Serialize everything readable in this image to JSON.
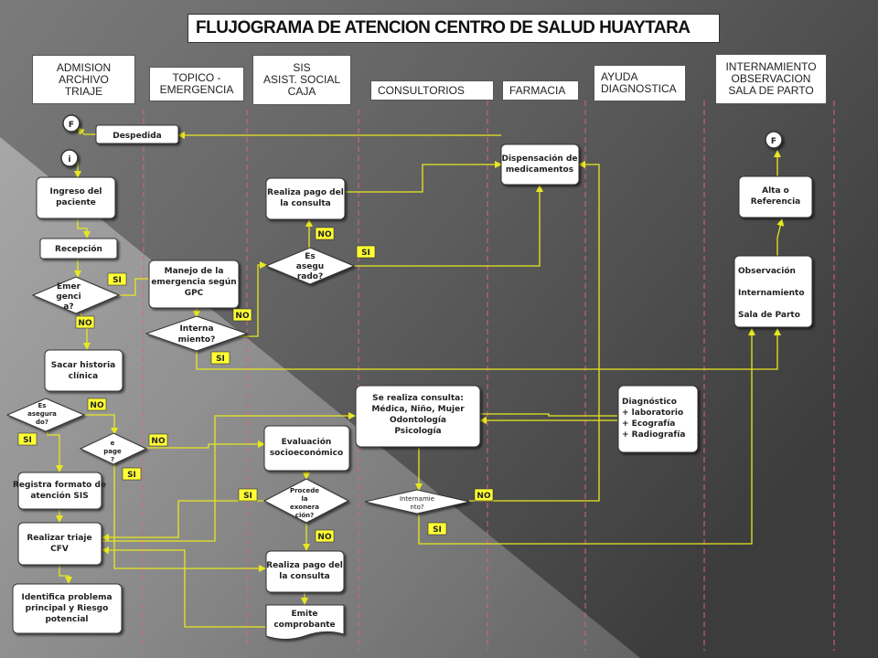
{
  "title": "FLUJOGRAMA DE  ATENCION CENTRO DE SALUD HUAYTARA",
  "lanes": [
    {
      "id": "admision",
      "text": "ADMISION\nARCHIVO\nTRIAJE"
    },
    {
      "id": "topico",
      "text": "TOPICO -\nEMERGENCIA"
    },
    {
      "id": "sis",
      "text": "SIS\nASIST. SOCIAL\nCAJA"
    },
    {
      "id": "consultorios",
      "text": "CONSULTORIOS"
    },
    {
      "id": "farmacia",
      "text": "FARMACIA"
    },
    {
      "id": "ayuda",
      "text": "AYUDA\nDIAGNOSTICA"
    },
    {
      "id": "internamiento",
      "text": "INTERNAMIENTO\nOBSERVACION\nSALA DE PARTO"
    }
  ],
  "terminals": {
    "fin": "F",
    "inicio": "i"
  },
  "nodes": {
    "despedida": [
      "Despedida"
    ],
    "ingreso": [
      "Ingreso del",
      "paciente"
    ],
    "recepcion": [
      "Recepción"
    ],
    "emergencia": [
      "Emer",
      "genci",
      "a?"
    ],
    "manejo": [
      "Manejo de la",
      "emergencia según",
      "GPC"
    ],
    "internamiento_q": [
      "Interna",
      "miento?"
    ],
    "realiza_pago_1": [
      "Realiza pago del",
      "la consulta"
    ],
    "asegurado_q1": [
      "Es",
      "asegu",
      "rado?"
    ],
    "dispensacion": [
      "Dispensación de",
      "medicamentos"
    ],
    "alta": [
      "Alta o",
      "Referencia"
    ],
    "observacion": [
      "Observación",
      "",
      "Internamiento",
      "",
      "Sala de Parto"
    ],
    "sacar_historia": [
      "Sacar historia",
      "clínica"
    ],
    "asegurado_q2": [
      "Es",
      "asegura",
      "do?"
    ],
    "puede_pagar_q": [
      "e",
      "page",
      "?"
    ],
    "registra_sis": [
      "Registra formato de",
      "atención SIS"
    ],
    "realizar_triaje": [
      "Realizar triaje",
      "CFV"
    ],
    "identifica": [
      "Identifica problema",
      "principal y Riesgo",
      "potencial"
    ],
    "evaluacion": [
      "Evaluación",
      "socioeconómico"
    ],
    "exoneracion_q": [
      "Procede",
      "la",
      "exonera",
      "ción?"
    ],
    "realiza_pago_2": [
      "Realiza pago del",
      "la consulta"
    ],
    "emite": [
      "Emite",
      "comprobante"
    ],
    "consulta": [
      "Se realiza consulta:",
      "Médica, Niño, Mujer",
      "Odontología",
      "Psicología"
    ],
    "internamiento_q2": [
      "Internamie",
      "nto?"
    ],
    "diagnostico": [
      "Diagnóstico",
      "+ laboratorio",
      "+ Ecografía",
      "+ Radiografía"
    ]
  },
  "tags": {
    "si": "SI",
    "no": "NO"
  },
  "colors": {
    "connector": "#e8e820",
    "tag_fill": "#ffff33",
    "background_dark": "#3c3c3c",
    "background_light": "#9c9c9c",
    "lane_divider": "#e06080"
  }
}
